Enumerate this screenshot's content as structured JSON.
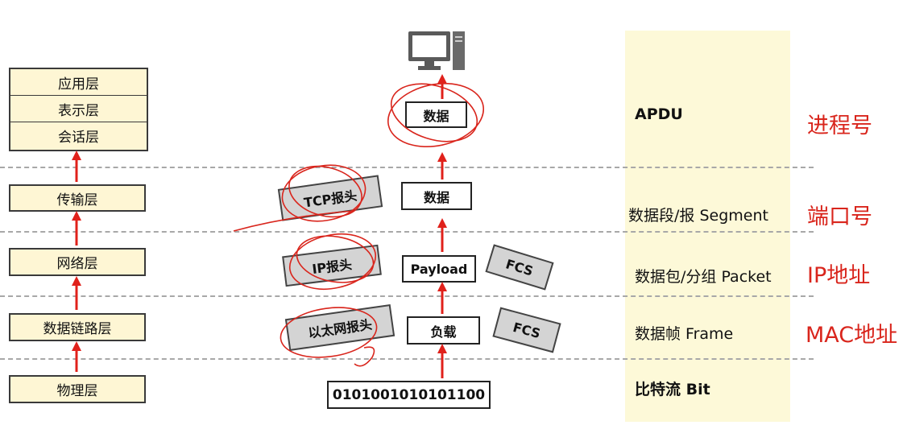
{
  "osi_layers": {
    "application": "应用层",
    "presentation": "表示层",
    "session": "会话层",
    "transport": "传输层",
    "network": "网络层",
    "datalink": "数据链路层",
    "physical": "物理层"
  },
  "encap": {
    "top_data": "数据",
    "tcp_header": "TCP报头",
    "transport_data": "数据",
    "ip_header": "IP报头",
    "payload": "Payload",
    "fcs_network": "FCS",
    "eth_header": "以太网报头",
    "frame_payload": "负载",
    "fcs_frame": "FCS",
    "bits": "0101001010101100"
  },
  "pdu_labels": {
    "apdu": "APDU",
    "segment": "数据段/报 Segment",
    "packet": "数据包/分组 Packet",
    "frame": "数据帧 Frame",
    "bit": "比特流 Bit"
  },
  "identifiers": {
    "process": "进程号",
    "port": "端口号",
    "ip": "IP地址",
    "mac": "MAC地址"
  },
  "colors": {
    "layer_fill": "#fef6d4",
    "pdu_column": "#fdf9d8",
    "header_gray": "#d4d4d4",
    "arrow_red": "#e0211b",
    "annotation_red": "#d9251c"
  }
}
